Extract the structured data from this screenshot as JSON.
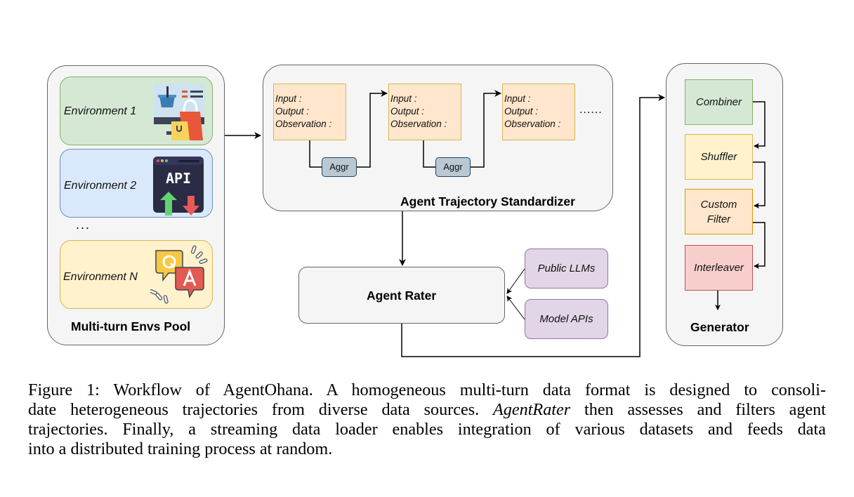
{
  "figure": {
    "env_pool": {
      "title": "Multi-turn Envs Pool",
      "environments": [
        {
          "label": "Environment 1",
          "icon": "shopping-icon",
          "fill": "#d5e8d4",
          "stroke": "#82b366"
        },
        {
          "label": "Environment 2",
          "icon": "api-icon",
          "fill": "#dae8fc",
          "stroke": "#6c8ebf"
        },
        {
          "label": "Environment N",
          "icon": "qa-chat-icon",
          "fill": "#fff2cc",
          "stroke": "#d6b656"
        }
      ],
      "ellipsis": "..."
    },
    "standardizer": {
      "title": "Agent Trajectory Standardizer",
      "steps": [
        {
          "input": "Input :",
          "output": "Output :",
          "observation": "Observation :"
        },
        {
          "input": "Input :",
          "output": "Output :",
          "observation": "Observation :"
        },
        {
          "input": "Input :",
          "output": "Output :",
          "observation": "Observation :"
        }
      ],
      "aggregator_label": "Aggr",
      "more": "......"
    },
    "rater": {
      "title": "Agent Rater",
      "sources": [
        "Public LLMs",
        "Model APIs"
      ]
    },
    "generator": {
      "title": "Generator",
      "stages": [
        {
          "label": "Combiner",
          "fill": "#d5e8d4",
          "stroke": "#82b366"
        },
        {
          "label": "Shuffler",
          "fill": "#fff2cc",
          "stroke": "#d6b656"
        },
        {
          "label": "Custom Filter",
          "fill": "#ffe6cc",
          "stroke": "#d79b00"
        },
        {
          "label": "Interleaver",
          "fill": "#f8cecc",
          "stroke": "#b85450"
        }
      ]
    }
  },
  "caption": {
    "line1": "Figure 1: Workflow of AgentOhana. A homogeneous multi-turn data format is designed to consoli-",
    "line2_a": "date heterogeneous trajectories from diverse data sources. ",
    "line2_italic": "AgentRater",
    "line2_b": " then assesses and filters agent",
    "line3": "trajectories. Finally, a streaming data loader enables integration of various datasets and feeds data",
    "line4": "into a distributed training process at random."
  }
}
